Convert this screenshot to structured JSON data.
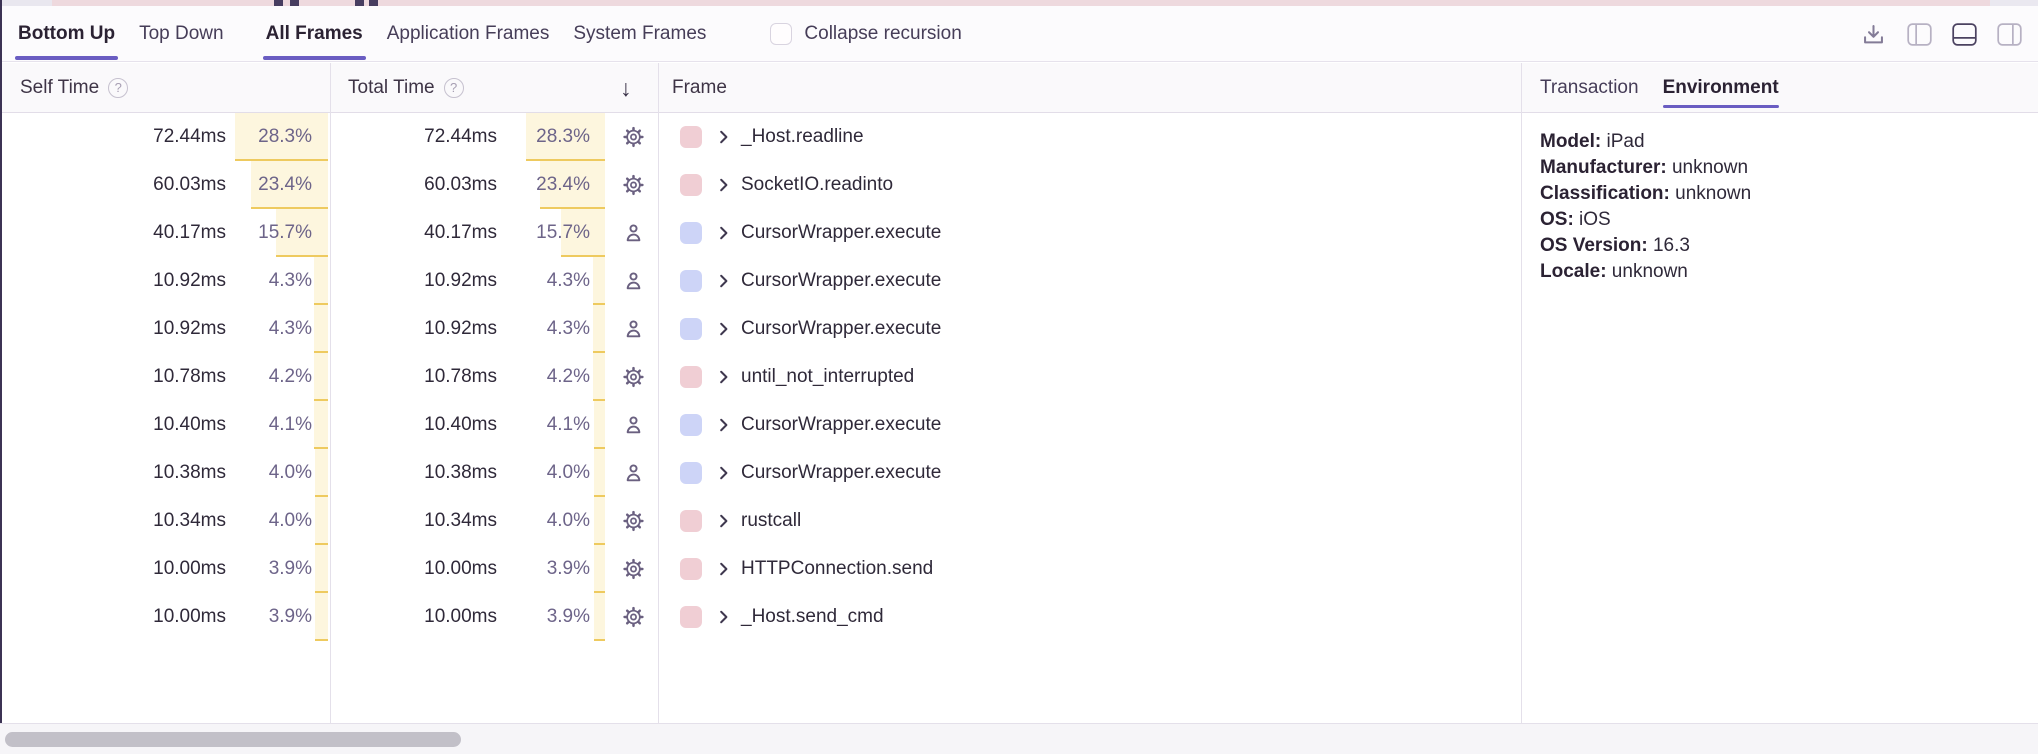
{
  "tabs": {
    "view_modes": [
      {
        "label": "Bottom Up",
        "active": true
      },
      {
        "label": "Top Down",
        "active": false
      }
    ],
    "frame_filters": [
      {
        "label": "All Frames",
        "active": true
      },
      {
        "label": "Application Frames",
        "active": false
      },
      {
        "label": "System Frames",
        "active": false
      }
    ],
    "collapse_recursion": {
      "label": "Collapse recursion",
      "checked": false
    }
  },
  "toolbar": {
    "icons": [
      "download-icon",
      "panel-left-icon",
      "panel-bottom-icon",
      "panel-right-icon"
    ],
    "active_icon": "panel-bottom-icon"
  },
  "table": {
    "self_time_header": "Self Time",
    "total_time_header": "Total Time",
    "frame_header": "Frame",
    "sort_glyph": "↓",
    "help_glyph": "?",
    "rows": [
      {
        "self_time": "72.44ms",
        "self_pct": "28.3%",
        "total_time": "72.44ms",
        "total_pct": "28.3%",
        "pct_value": 28.3,
        "type_icon": "settings-icon",
        "category": "system",
        "frame": "_Host.readline"
      },
      {
        "self_time": "60.03ms",
        "self_pct": "23.4%",
        "total_time": "60.03ms",
        "total_pct": "23.4%",
        "pct_value": 23.4,
        "type_icon": "settings-icon",
        "category": "system",
        "frame": "SocketIO.readinto"
      },
      {
        "self_time": "40.17ms",
        "self_pct": "15.7%",
        "total_time": "40.17ms",
        "total_pct": "15.7%",
        "pct_value": 15.7,
        "type_icon": "user-icon",
        "category": "application",
        "frame": "CursorWrapper.execute"
      },
      {
        "self_time": "10.92ms",
        "self_pct": "4.3%",
        "total_time": "10.92ms",
        "total_pct": "4.3%",
        "pct_value": 4.3,
        "type_icon": "user-icon",
        "category": "application",
        "frame": "CursorWrapper.execute"
      },
      {
        "self_time": "10.92ms",
        "self_pct": "4.3%",
        "total_time": "10.92ms",
        "total_pct": "4.3%",
        "pct_value": 4.3,
        "type_icon": "user-icon",
        "category": "application",
        "frame": "CursorWrapper.execute"
      },
      {
        "self_time": "10.78ms",
        "self_pct": "4.2%",
        "total_time": "10.78ms",
        "total_pct": "4.2%",
        "pct_value": 4.2,
        "type_icon": "settings-icon",
        "category": "system",
        "frame": "until_not_interrupted"
      },
      {
        "self_time": "10.40ms",
        "self_pct": "4.1%",
        "total_time": "10.40ms",
        "total_pct": "4.1%",
        "pct_value": 4.1,
        "type_icon": "user-icon",
        "category": "application",
        "frame": "CursorWrapper.execute"
      },
      {
        "self_time": "10.38ms",
        "self_pct": "4.0%",
        "total_time": "10.38ms",
        "total_pct": "4.0%",
        "pct_value": 4.0,
        "type_icon": "user-icon",
        "category": "application",
        "frame": "CursorWrapper.execute"
      },
      {
        "self_time": "10.34ms",
        "self_pct": "4.0%",
        "total_time": "10.34ms",
        "total_pct": "4.0%",
        "pct_value": 4.0,
        "type_icon": "settings-icon",
        "category": "system",
        "frame": "rustcall"
      },
      {
        "self_time": "10.00ms",
        "self_pct": "3.9%",
        "total_time": "10.00ms",
        "total_pct": "3.9%",
        "pct_value": 3.9,
        "type_icon": "settings-icon",
        "category": "system",
        "frame": "HTTPConnection.send"
      },
      {
        "self_time": "10.00ms",
        "self_pct": "3.9%",
        "total_time": "10.00ms",
        "total_pct": "3.9%",
        "pct_value": 3.9,
        "type_icon": "settings-icon",
        "category": "system",
        "frame": "_Host.send_cmd"
      }
    ]
  },
  "details_panel": {
    "tabs": [
      {
        "label": "Transaction",
        "active": false
      },
      {
        "label": "Environment",
        "active": true
      }
    ],
    "environment": [
      {
        "label": "Model:",
        "value": "iPad"
      },
      {
        "label": "Manufacturer:",
        "value": "unknown"
      },
      {
        "label": "Classification:",
        "value": "unknown"
      },
      {
        "label": "OS:",
        "value": "iOS"
      },
      {
        "label": "OS Version:",
        "value": "16.3"
      },
      {
        "label": "Locale:",
        "value": "unknown"
      }
    ]
  },
  "colors": {
    "accent": "#6a5dc2",
    "system_chip": "#f0ced4",
    "application_chip": "#cdd4f7",
    "pct_bar_bg": "#fdf6de",
    "pct_bar_line": "#eeca5f"
  }
}
